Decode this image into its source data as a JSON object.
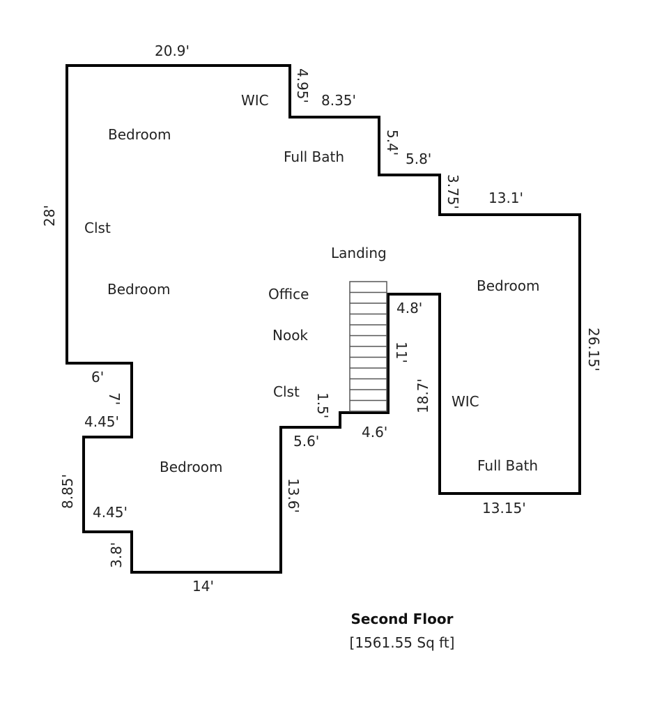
{
  "floor_title": "Second Floor",
  "area": "[1561.55 Sq ft]",
  "rooms": {
    "wic_top": "WIC",
    "bedroom_top_left": "Bedroom",
    "full_bath_top": "Full Bath",
    "clst_left": "Clst",
    "landing": "Landing",
    "bedroom_mid_left": "Bedroom",
    "office": "Office",
    "nook": "Nook",
    "clst_center": "Clst",
    "bedroom_right": "Bedroom",
    "wic_right": "WIC",
    "full_bath_right": "Full Bath",
    "bedroom_bottom": "Bedroom"
  },
  "dimensions": {
    "top": "20.9'",
    "d495": "4.95'",
    "d835": "8.35'",
    "d54": "5.4'",
    "d58": "5.8'",
    "d375": "3.75'",
    "d131": "13.1'",
    "left": "28'",
    "right": "26.15'",
    "d48": "4.8'",
    "d11": "11'",
    "d187": "18.7'",
    "d6": "6'",
    "d7": "7'",
    "d445a": "4.45'",
    "d885": "8.85'",
    "d445b": "4.45'",
    "d38": "3.8'",
    "d14": "14'",
    "d136": "13.6'",
    "d56": "5.6'",
    "d15": "1.5'",
    "d46": "4.6'",
    "d1315": "13.15'"
  }
}
